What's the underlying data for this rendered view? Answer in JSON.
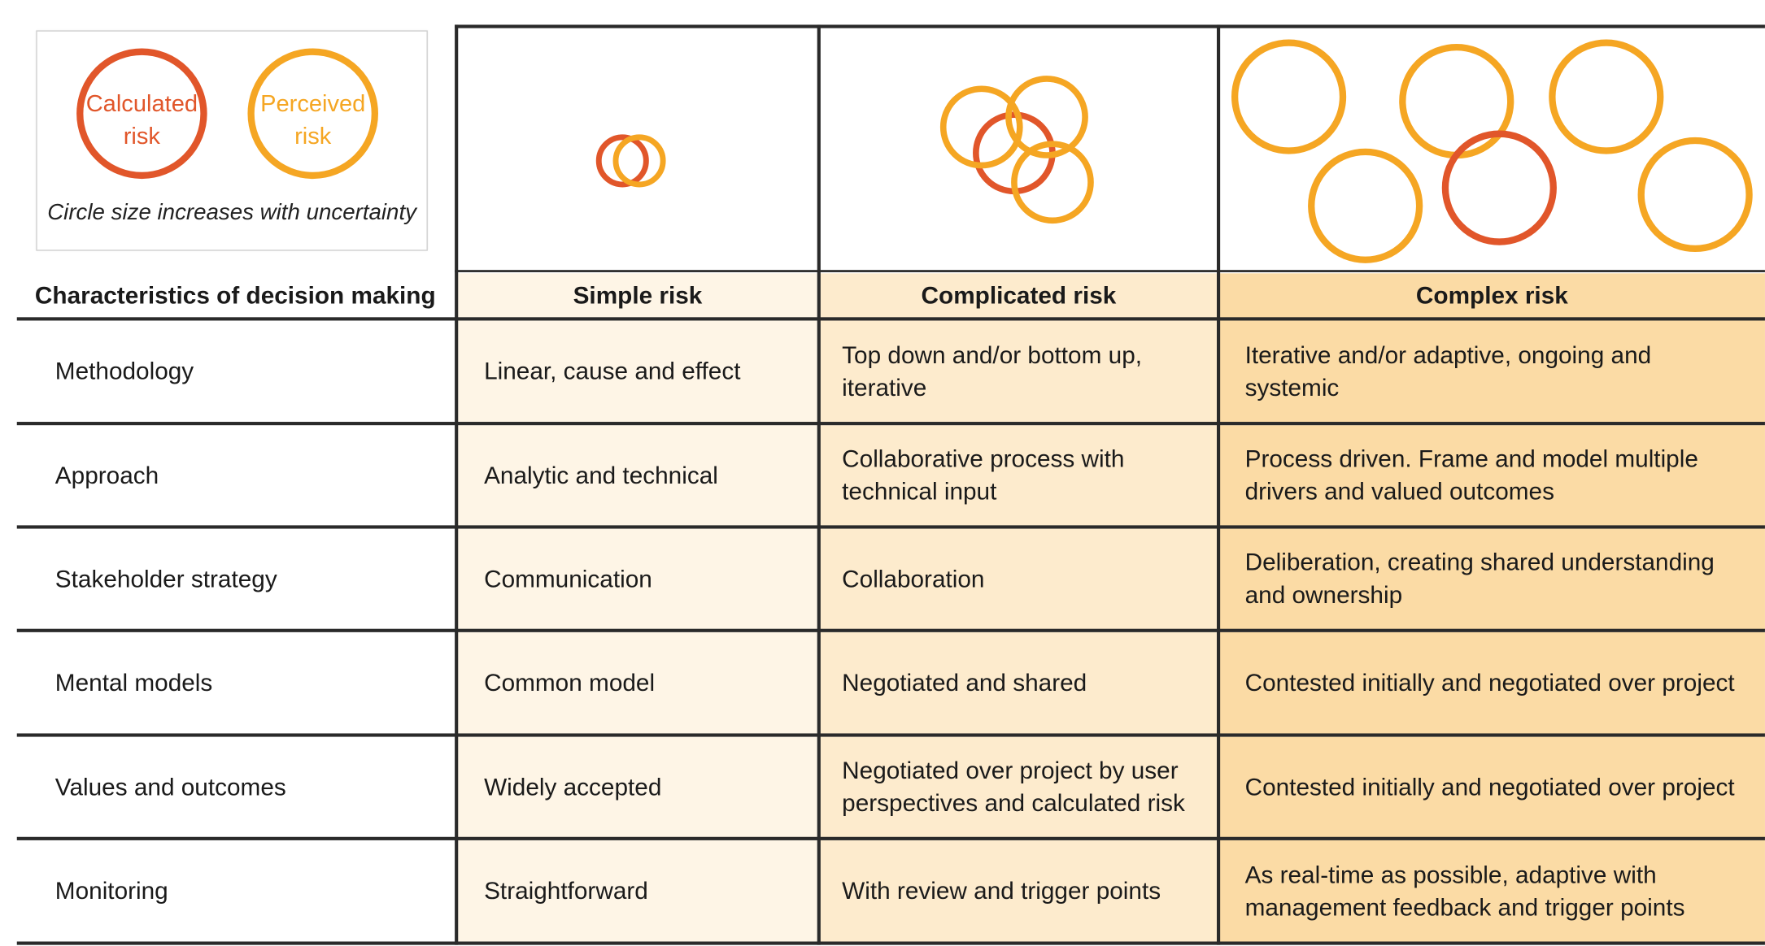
{
  "legend": {
    "calculated": "Calculated risk",
    "calculated_line1": "Calculated",
    "calculated_line2": "risk",
    "perceived": "Perceived risk",
    "perceived_line1": "Perceived",
    "perceived_line2": "risk",
    "note": "Circle size increases with uncertainty"
  },
  "colors": {
    "calculated": "#e1562a",
    "perceived": "#f5a623",
    "simple_bg": "#fef5e6",
    "complicated_bg": "#fdebcd",
    "complex_bg": "#fbdba5"
  },
  "table": {
    "header": {
      "characteristics": "Characteristics of decision making",
      "simple": "Simple risk",
      "complicated": "Complicated risk",
      "complex": "Complex risk"
    },
    "rows": [
      {
        "label": "Methodology",
        "simple": "Linear, cause and effect",
        "complicated": "Top down and/or bottom up, iterative",
        "complex": "Iterative and/or adaptive, ongoing and systemic"
      },
      {
        "label": "Approach",
        "simple": "Analytic and technical",
        "complicated": "Collaborative process with technical input",
        "complex": "Process driven. Frame and model multiple drivers and valued outcomes"
      },
      {
        "label": "Stakeholder strategy",
        "simple": "Communication",
        "complicated": "Collaboration",
        "complex": "Deliberation, creating shared understanding and ownership"
      },
      {
        "label": "Mental models",
        "simple": "Common model",
        "complicated": "Negotiated and shared",
        "complex": "Contested initially and negotiated over project"
      },
      {
        "label": "Values and outcomes",
        "simple": "Widely accepted",
        "complicated": "Negotiated over project by user perspectives and calculated risk",
        "complex": "Contested initially and negotiated over project"
      },
      {
        "label": "Monitoring",
        "simple": "Straightforward",
        "complicated": "With review and trigger points",
        "complex": "As real-time as possible, adaptive with management feedback and trigger points"
      }
    ]
  }
}
